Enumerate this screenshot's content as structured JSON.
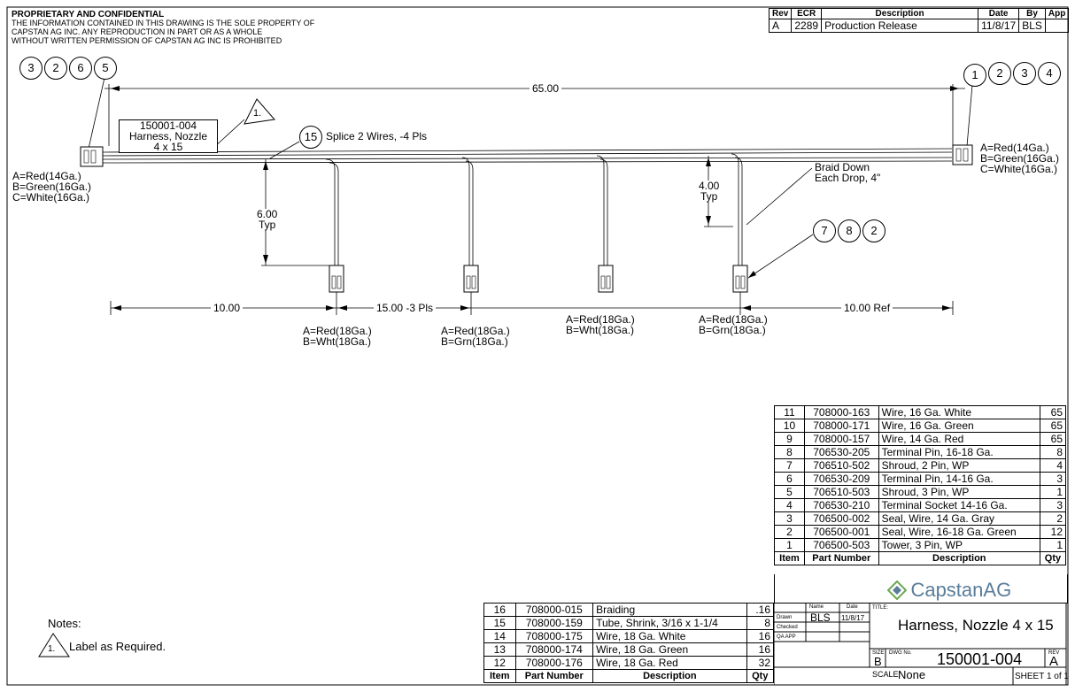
{
  "header": {
    "confidential_title": "PROPRIETARY AND CONFIDENTIAL",
    "confidential_lines": [
      "THE INFORMATION CONTAINED IN THIS DRAWING IS THE SOLE PROPERTY OF",
      "CAPSTAN AG INC. ANY REPRODUCTION IN PART OR AS A WHOLE",
      "WITHOUT WRITTEN PERMISSION OF CAPSTAN AG INC IS PROHIBITED"
    ]
  },
  "revision": {
    "headers": [
      "Rev",
      "ECR",
      "Description",
      "Date",
      "By",
      "App"
    ],
    "rows": [
      [
        "A",
        "2289",
        "Production Release",
        "11/8/17",
        "BLS",
        ""
      ]
    ]
  },
  "balloons": {
    "left_group": [
      "3",
      "2",
      "6",
      "5"
    ],
    "right_group": [
      "1",
      "2",
      "3",
      "4"
    ],
    "splice": "15",
    "drop_group": [
      "7",
      "8",
      "2"
    ]
  },
  "drawing": {
    "overall_length": "65.00",
    "label_box": [
      "150001-004",
      "Harness, Nozzle",
      "4 x 15"
    ],
    "flag_note": "1.",
    "splice_note": "Splice 2 Wires, -4 Pls",
    "drop_height": [
      "6.00",
      "Typ"
    ],
    "braid_height": [
      "4.00",
      "Typ"
    ],
    "braid_note": [
      "Braid Down",
      "Each Drop, 4\""
    ],
    "dim_left": "10.00",
    "dim_spacing": "15.00 -3 Pls",
    "dim_right": "10.00 Ref",
    "left_connector_pins": [
      "A=Red(14Ga.)",
      "B=Green(16Ga.)",
      "C=White(16Ga.)"
    ],
    "right_connector_pins": [
      "A=Red(14Ga.)",
      "B=Green(16Ga.)",
      "C=White(16Ga.)"
    ],
    "drop_pins": [
      [
        "A=Red(18Ga.)",
        "B=Wht(18Ga.)"
      ],
      [
        "A=Red(18Ga.)",
        "B=Grn(18Ga.)"
      ],
      [
        "A=Red(18Ga.)",
        "B=Wht(18Ga.)"
      ],
      [
        "A=Red(18Ga.)",
        "B=Grn(18Ga.)"
      ]
    ]
  },
  "bom_right": {
    "headers": [
      "Item",
      "Part Number",
      "Description",
      "Qty"
    ],
    "rows": [
      [
        "11",
        "708000-163",
        "Wire, 16 Ga. White",
        "65"
      ],
      [
        "10",
        "708000-171",
        "Wire, 16 Ga. Green",
        "65"
      ],
      [
        "9",
        "708000-157",
        "Wire, 14 Ga. Red",
        "65"
      ],
      [
        "8",
        "706530-205",
        "Terminal Pin, 16-18 Ga.",
        "8"
      ],
      [
        "7",
        "706510-502",
        "Shroud, 2 Pin, WP",
        "4"
      ],
      [
        "6",
        "706530-209",
        "Terminal Pin, 14-16 Ga.",
        "3"
      ],
      [
        "5",
        "706510-503",
        "Shroud, 3 Pin, WP",
        "1"
      ],
      [
        "4",
        "706530-210",
        "Terminal Socket 14-16 Ga.",
        "3"
      ],
      [
        "3",
        "706500-002",
        "Seal, Wire, 14 Ga. Gray",
        "2"
      ],
      [
        "2",
        "706500-001",
        "Seal, Wire, 16-18 Ga. Green",
        "12"
      ],
      [
        "1",
        "706500-503",
        "Tower, 3 Pin, WP",
        "1"
      ]
    ]
  },
  "bom_left": {
    "headers": [
      "Item",
      "Part Number",
      "Description",
      "Qty"
    ],
    "rows": [
      [
        "16",
        "708000-015",
        "Braiding",
        ".16"
      ],
      [
        "15",
        "708000-159",
        "Tube, Shrink, 3/16 x 1-1/4",
        "8"
      ],
      [
        "14",
        "708000-175",
        "Wire, 18 Ga. White",
        "16"
      ],
      [
        "13",
        "708000-174",
        "Wire, 18 Ga. Green",
        "16"
      ],
      [
        "12",
        "708000-176",
        "Wire, 18 Ga. Red",
        "32"
      ]
    ]
  },
  "notes": {
    "title": "Notes:",
    "flag": "1.",
    "text": "Label as Required."
  },
  "title_block": {
    "logo_text": "CapstanAG",
    "name_hdr": "Name",
    "date_hdr": "Date",
    "drawn_lbl": "Drawn",
    "checked_lbl": "Checked",
    "qa_lbl": "QA APP",
    "drawn_by": "BLS",
    "drawn_date": "11/8/17",
    "title_lbl": "TITLE:",
    "title": "Harness, Nozzle 4 x 15",
    "size_lbl": "SIZE",
    "size": "B",
    "dwg_lbl": "DWG No.",
    "dwg_no": "150001-004",
    "rev_lbl": "REV",
    "rev": "A",
    "scale_lbl": "SCALE:",
    "scale": "None",
    "sheet": "SHEET 1 of 1"
  },
  "colors": {
    "line": "#000000",
    "logo_blue": "#5a7d9a",
    "logo_green": "#6aa84f"
  }
}
